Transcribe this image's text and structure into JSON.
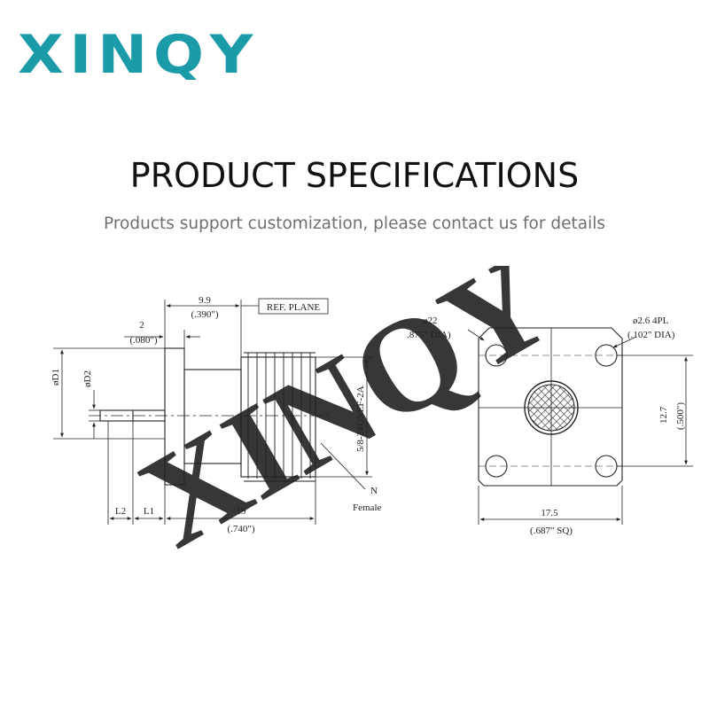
{
  "brand": {
    "logo_text": "XINQY",
    "color": "#1b9aa8"
  },
  "header": {
    "title": "PRODUCT SPECIFICATIONS",
    "subtitle": "Products support customization, please contact us for details"
  },
  "side_view": {
    "dim_length_mm": "9.9",
    "dim_length_in": "(.390\")",
    "ref_plane": "REF. PLANE",
    "dim_flange_mm": "2",
    "dim_flange_in": "(.080\")",
    "label_d1": "øD1",
    "label_d2": "øD2",
    "thread_spec": "5/8-24UNEF-2A",
    "connector_type": "N",
    "gender": "Female",
    "label_l2": "L2",
    "label_l1": "L1",
    "dim_total_mm": "19",
    "dim_total_in": "(.740\")"
  },
  "front_view": {
    "dim_hole_circle_mm": "ø22",
    "dim_hole_circle_in": ".875\" DIA)",
    "dim_holes_mm": "ø2.6  4PL",
    "dim_holes_in": "(.102\"  DIA)",
    "dim_spacing_mm": "12.7",
    "dim_spacing_in": "(.500\")",
    "dim_square_mm": "17.5",
    "dim_square_in": "(.687\"  SQ)"
  }
}
